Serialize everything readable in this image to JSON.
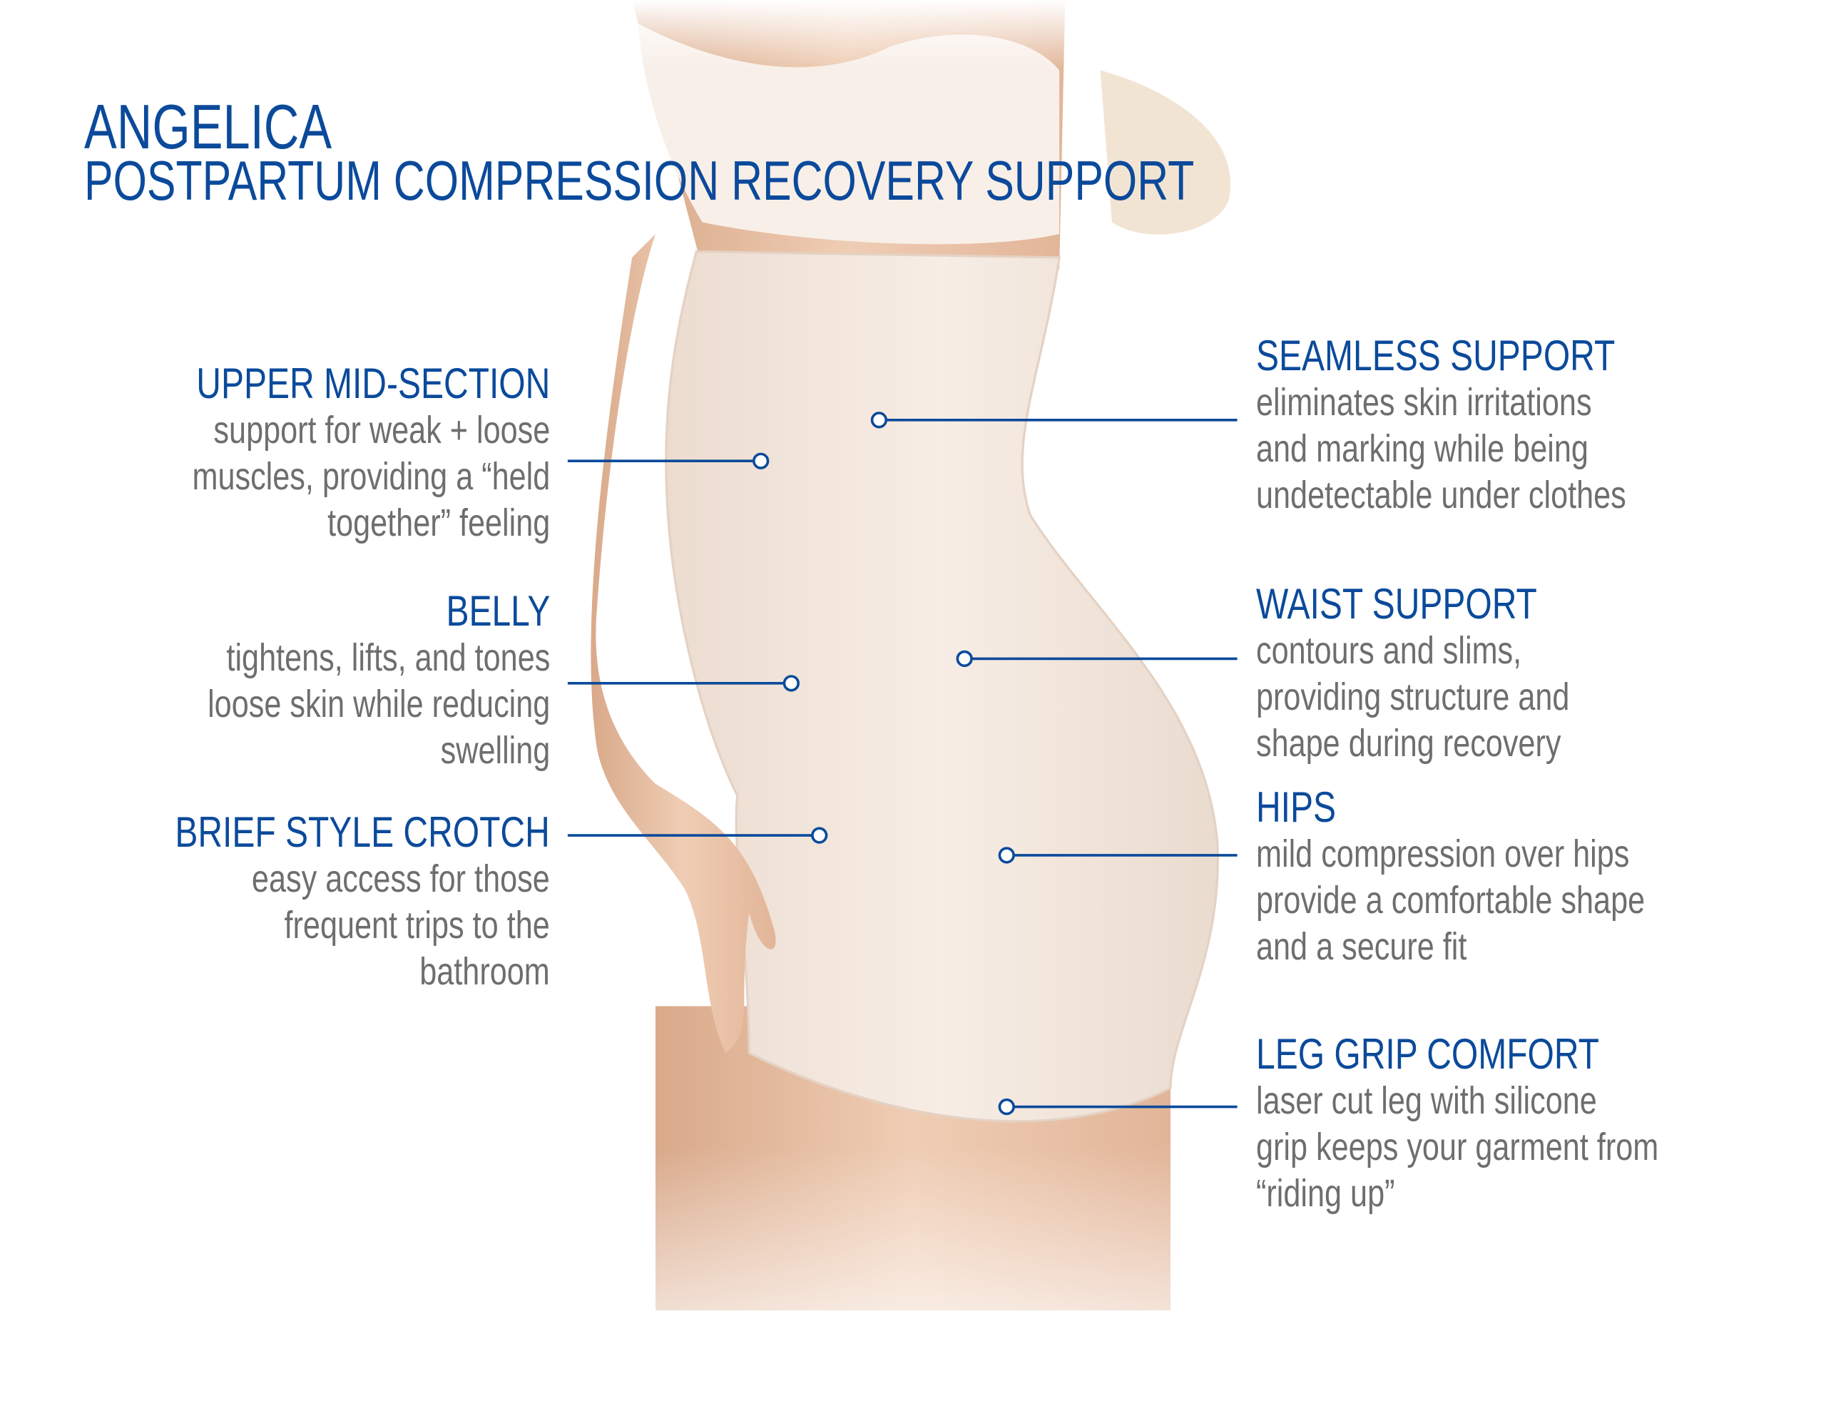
{
  "header": {
    "title": "ANGELICA",
    "subtitle": "POSTPARTUM COMPRESSION RECOVERY SUPPORT"
  },
  "colors": {
    "accent": "#0b4a9b",
    "body_text": "#6e6e6e"
  },
  "callouts_left": [
    {
      "heading": "UPPER MID-SECTION",
      "lines": [
        "support for weak + loose",
        "muscles, providing a “held",
        "together” feeling"
      ]
    },
    {
      "heading": "BELLY",
      "lines": [
        "tightens, lifts, and tones",
        "loose skin while reducing",
        "swelling"
      ]
    },
    {
      "heading": "BRIEF STYLE CROTCH",
      "lines": [
        "easy access for those",
        "frequent trips to the",
        "bathroom"
      ]
    }
  ],
  "callouts_right": [
    {
      "heading": "SEAMLESS SUPPORT",
      "lines": [
        "eliminates skin irritations",
        "and marking while being",
        "undetectable under clothes"
      ]
    },
    {
      "heading": "WAIST SUPPORT",
      "lines": [
        "contours and slims,",
        "providing structure and",
        "shape during recovery"
      ]
    },
    {
      "heading": "HIPS",
      "lines": [
        "mild compression over hips",
        "provide a comfortable shape",
        "and a secure fit"
      ]
    },
    {
      "heading": "LEG GRIP COMFORT",
      "lines": [
        "laser cut leg with silicone",
        "grip keeps your garment from",
        "“riding up”"
      ]
    }
  ]
}
